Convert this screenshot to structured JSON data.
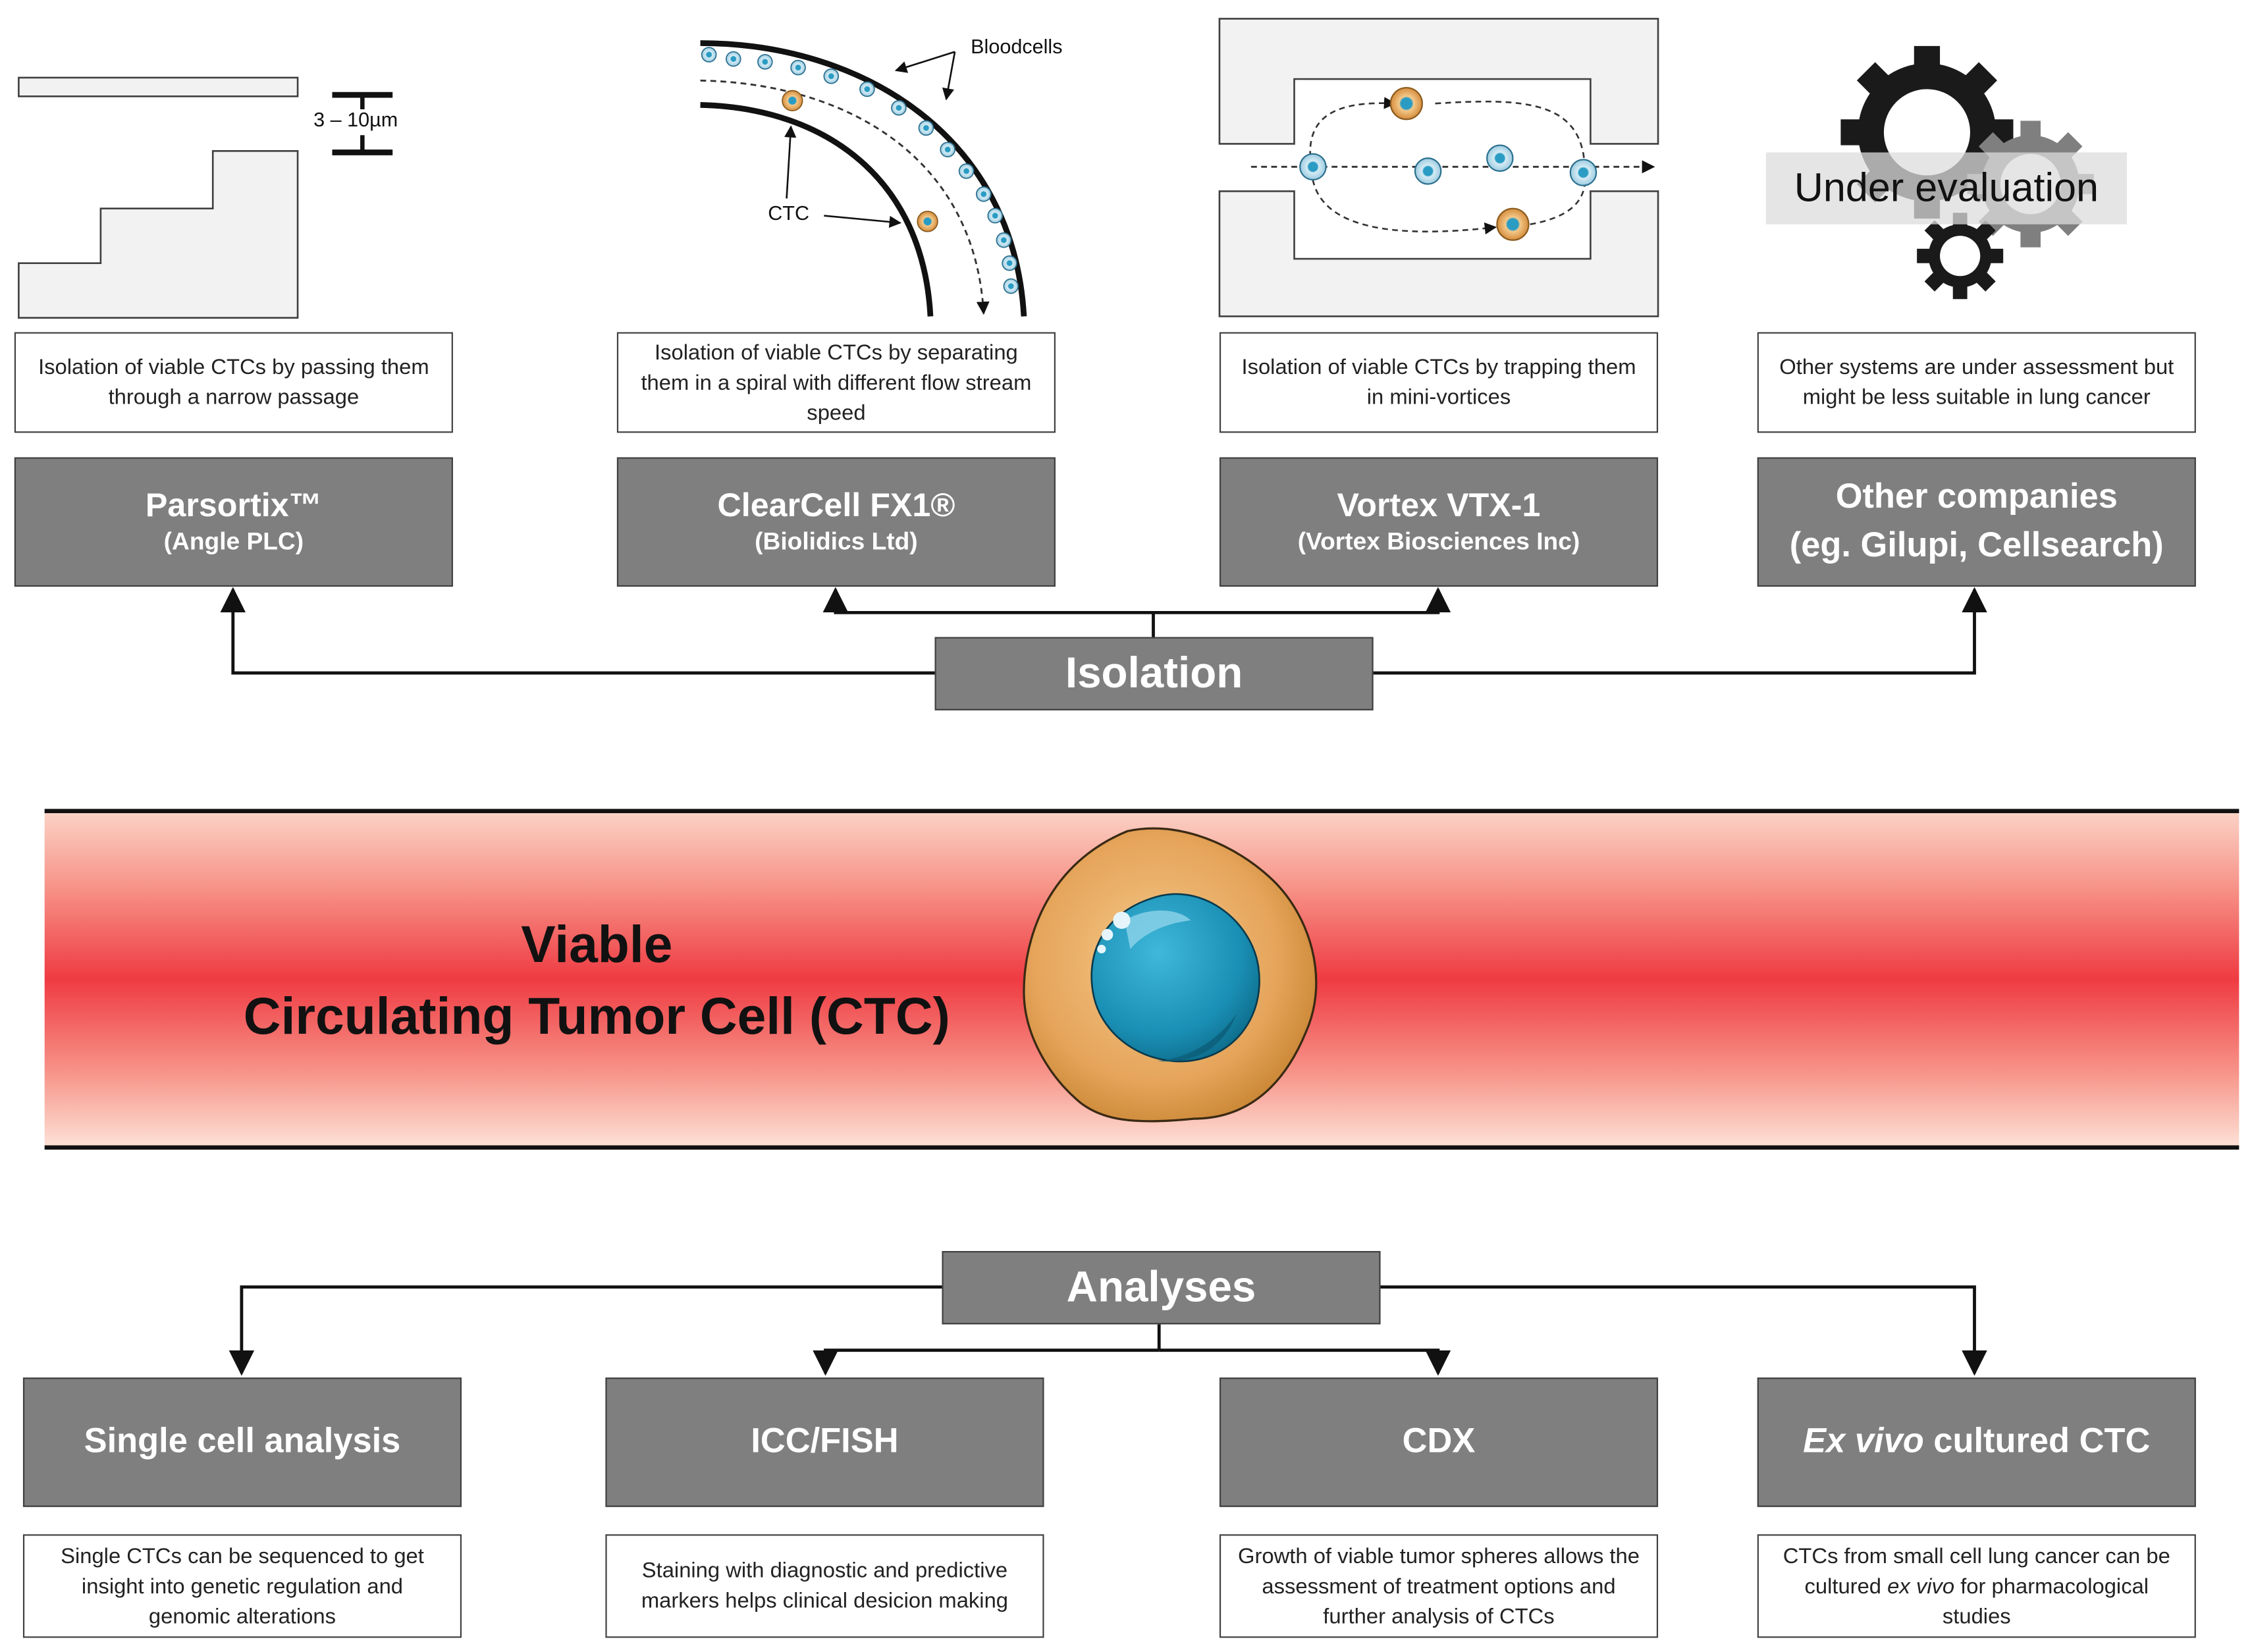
{
  "isolation": {
    "hub_label": "Isolation",
    "scale_label": "3 – 10µm",
    "blood_cells_label": "Bloodcells",
    "ctc_label": "CTC",
    "under_evaluation": "Under evaluation",
    "methods": [
      {
        "name": "Parsortix™",
        "company": "(Angle PLC)",
        "description": "Isolation of viable CTCs by passing them through a narrow passage"
      },
      {
        "name": "ClearCell FX1®",
        "company": "(Biolidics Ltd)",
        "description": "Isolation of viable CTCs by separating them in a spiral with different flow stream speed"
      },
      {
        "name": "Vortex VTX-1",
        "company": "(Vortex Biosciences Inc)",
        "description": "Isolation of viable CTCs by trapping them in mini-vortices"
      },
      {
        "name": "Other companies",
        "company": "(eg. Gilupi, Cellsearch)",
        "description": "Other systems are under assessment but might be less suitable in lung cancer"
      }
    ]
  },
  "center": {
    "title_line1": "Viable",
    "title_line2": "Circulating Tumor Cell (CTC)"
  },
  "analyses": {
    "hub_label": "Analyses",
    "methods": [
      {
        "name": "Single cell analysis",
        "description": "Single CTCs can be sequenced to get insight into genetic regulation and genomic alterations"
      },
      {
        "name": "ICC/FISH",
        "description": "Staining with diagnostic and predictive markers helps clinical desicion making"
      },
      {
        "name": "CDX",
        "description": "Growth of viable tumor spheres allows the assessment of treatment options and further analysis of CTCs"
      },
      {
        "name_italic": "Ex vivo",
        "name_rest": " cultured CTC",
        "description_pre": "CTCs from small cell lung cancer can be cultured ",
        "description_italic": "ex vivo",
        "description_post": " for pharmacological studies"
      }
    ]
  },
  "colors": {
    "box_fill": "#7f7f7f",
    "band_core": "#ef3b42",
    "band_edge": "#fbd3c6",
    "cell_body": "#e8a85a",
    "nucleus": "#1a8fb4"
  }
}
